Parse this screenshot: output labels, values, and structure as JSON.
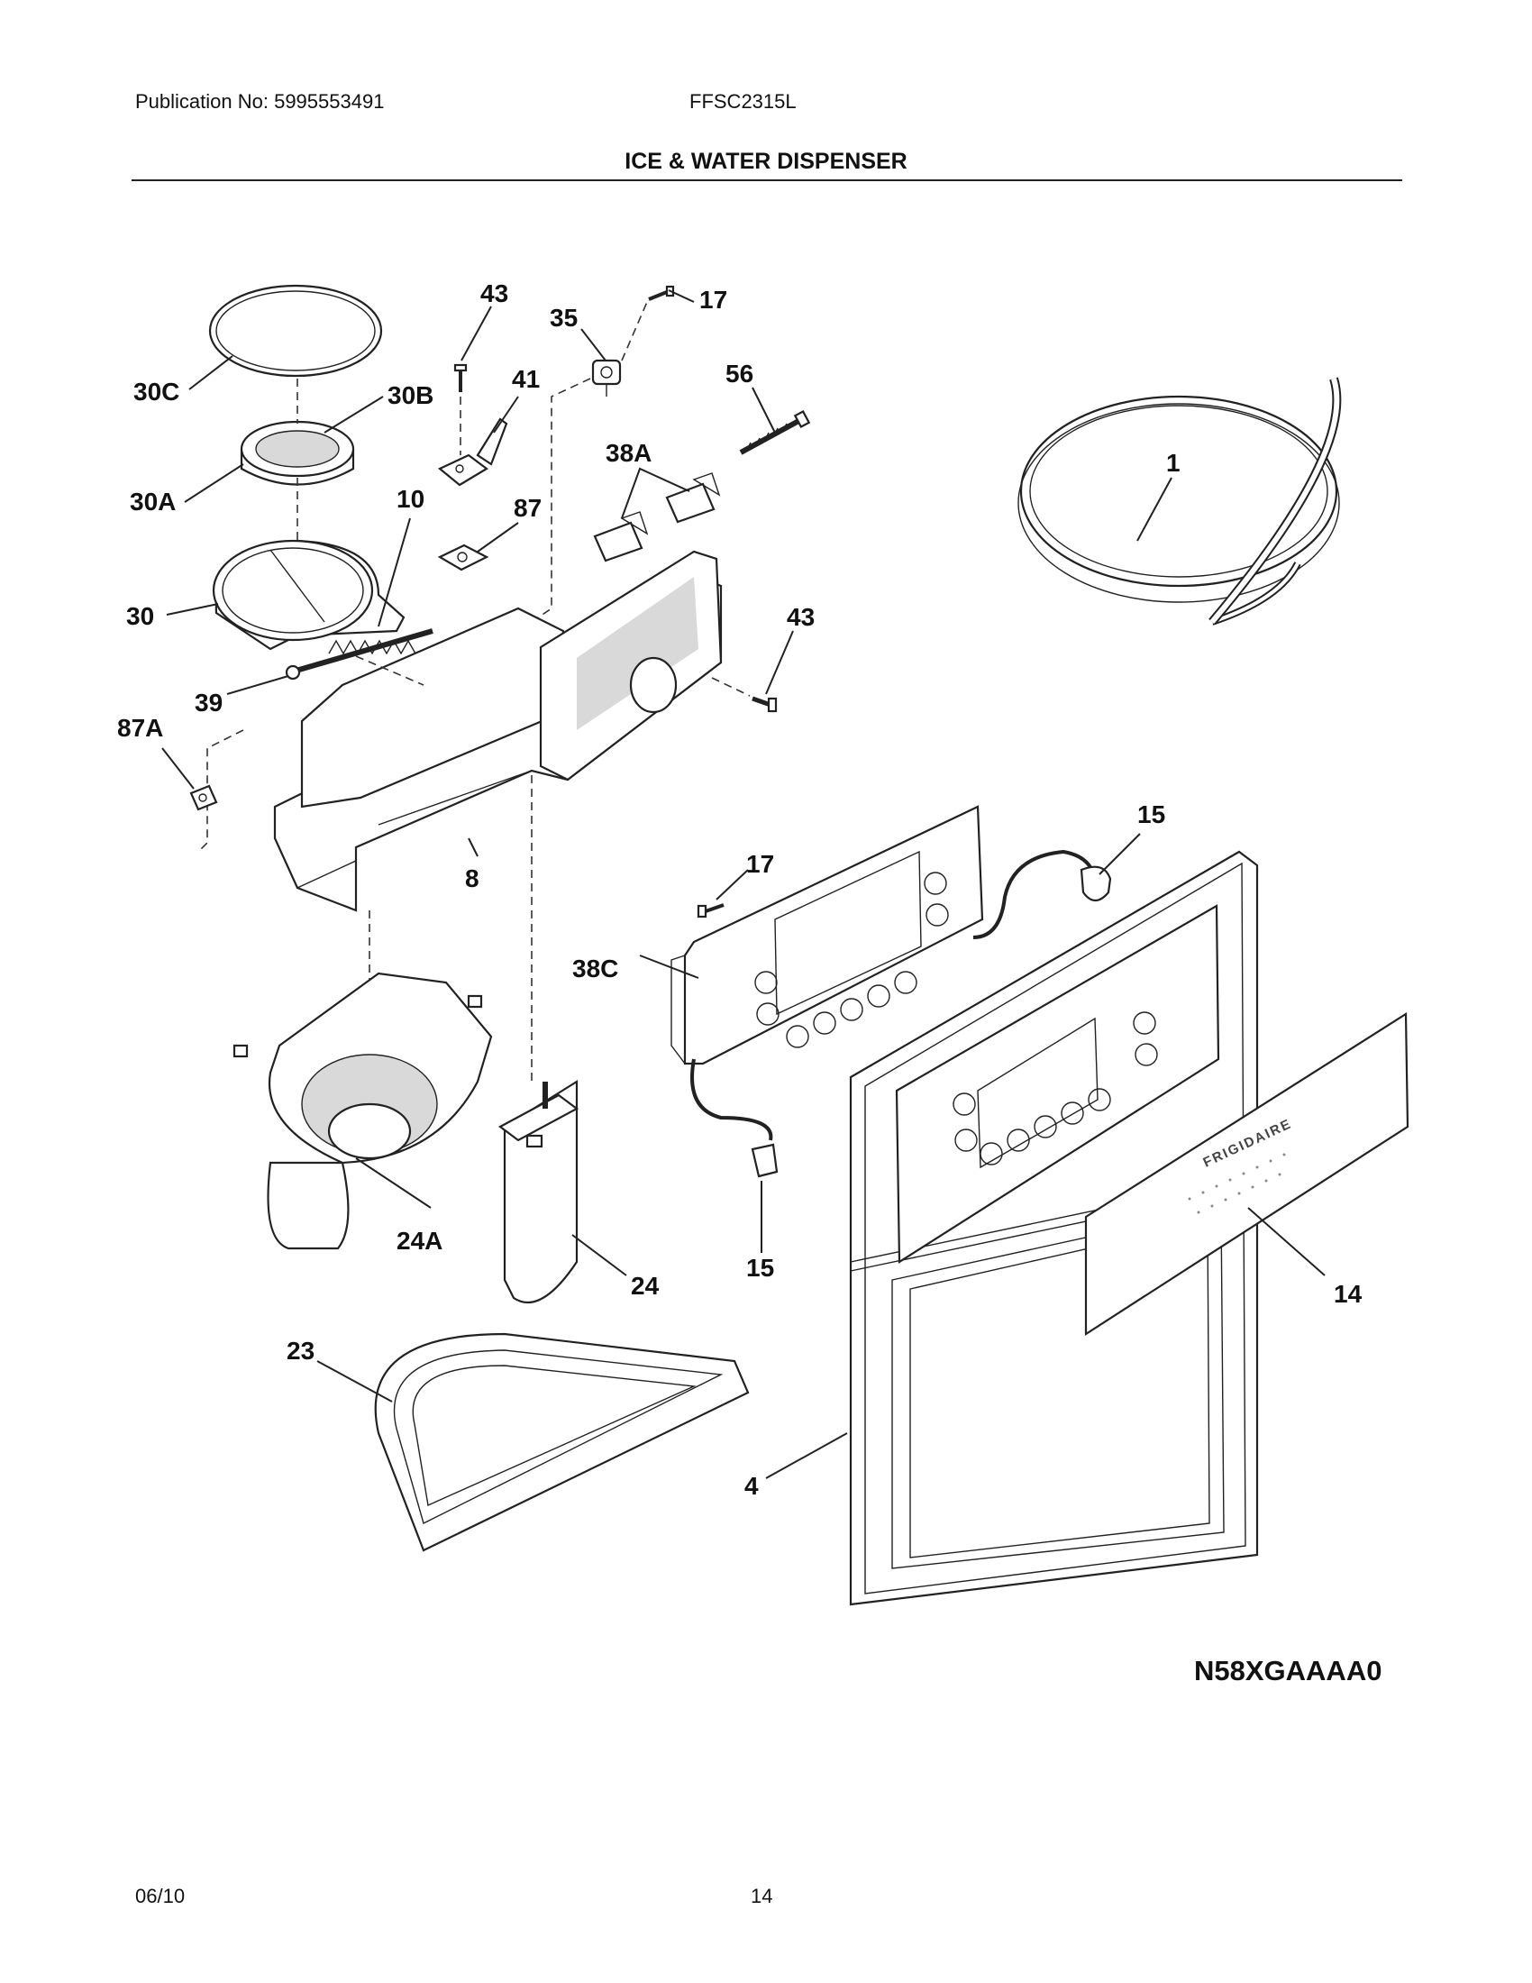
{
  "header": {
    "publication": "Publication No: 5995553491",
    "model": "FFSC2315L",
    "title": "ICE & WATER DISPENSER"
  },
  "diagram": {
    "callouts": {
      "c_30c": "30C",
      "c_30b": "30B",
      "c_30a": "30A",
      "c_30": "30",
      "c_39": "39",
      "c_87a": "87A",
      "c_10": "10",
      "c_43a": "43",
      "c_41": "41",
      "c_87": "87",
      "c_35": "35",
      "c_17a": "17",
      "c_56": "56",
      "c_38a": "38A",
      "c_43b": "43",
      "c_1": "1",
      "c_8": "8",
      "c_15a": "15",
      "c_17b": "17",
      "c_38c": "38C",
      "c_24a": "24A",
      "c_24": "24",
      "c_15b": "15",
      "c_14": "14",
      "c_23": "23",
      "c_4": "4"
    },
    "brand": "FRIGIDAIRE",
    "code": "N58XGAAAA0"
  },
  "footer": {
    "date": "06/10",
    "page": "14"
  }
}
